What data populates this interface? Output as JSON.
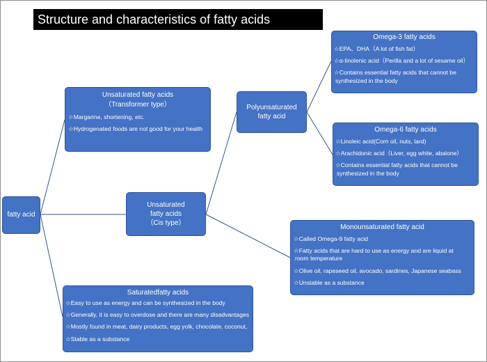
{
  "title": "Structure and characteristics of fatty acids",
  "colors": {
    "box_fill": "#4472c4",
    "box_border": "#2f5597",
    "line": "#2f5597",
    "title_bg": "#000000"
  },
  "nodes": {
    "fatty_acid": {
      "label": "fatty acid"
    },
    "trans": {
      "title": "Unsaturated fatty acids",
      "subtitle": "（Transformer type）",
      "items": [
        "☆Margarine, shortening, etc.",
        "☆Hydrogenated foods are not good for your health"
      ]
    },
    "cis": {
      "lines": [
        "Unsaturated",
        "fatty acids",
        "（Cis type）"
      ]
    },
    "saturated": {
      "title": "Saturatedfatty acids",
      "items": [
        "☆Easy to use as energy and can be synthesized in the body",
        "☆Generally, it is easy to overdose and there are many disadvantages",
        "☆Mostly found in meat, dairy products, egg yolk, chocolate, coconut,",
        "☆Stable as a substance"
      ]
    },
    "poly": {
      "lines": [
        "Polyunsaturated",
        "fatty acid"
      ]
    },
    "omega3": {
      "title": "Omega-3 fatty acids",
      "items": [
        "☆EPA、DHA（A lot of fish fat）",
        "☆α-linolenic acid（Perilla and a lot of sesame oil）",
        "☆Contains essential fatty acids that cannot be",
        "synthesized in the body"
      ]
    },
    "omega6": {
      "title": "Omega-6 fatty acids",
      "items": [
        "☆Linoleic acid(Corn oil, nuts, lard)",
        "☆Arachidonic acid（Liver, egg white, abalone）",
        "☆Contains essential fatty acids that cannot be",
        "synthesized in the body"
      ]
    },
    "mono": {
      "title": "Monounsaturated fatty acid",
      "items": [
        "☆Called Omega-9 fatty acid",
        "☆Fatty acids that are hard to use as energy and are liquid at",
        "room temperature",
        "☆Olive oil, rapeseed oil, avocado, sardines, Japanese seabass",
        "☆Unstable as a substance"
      ]
    }
  }
}
